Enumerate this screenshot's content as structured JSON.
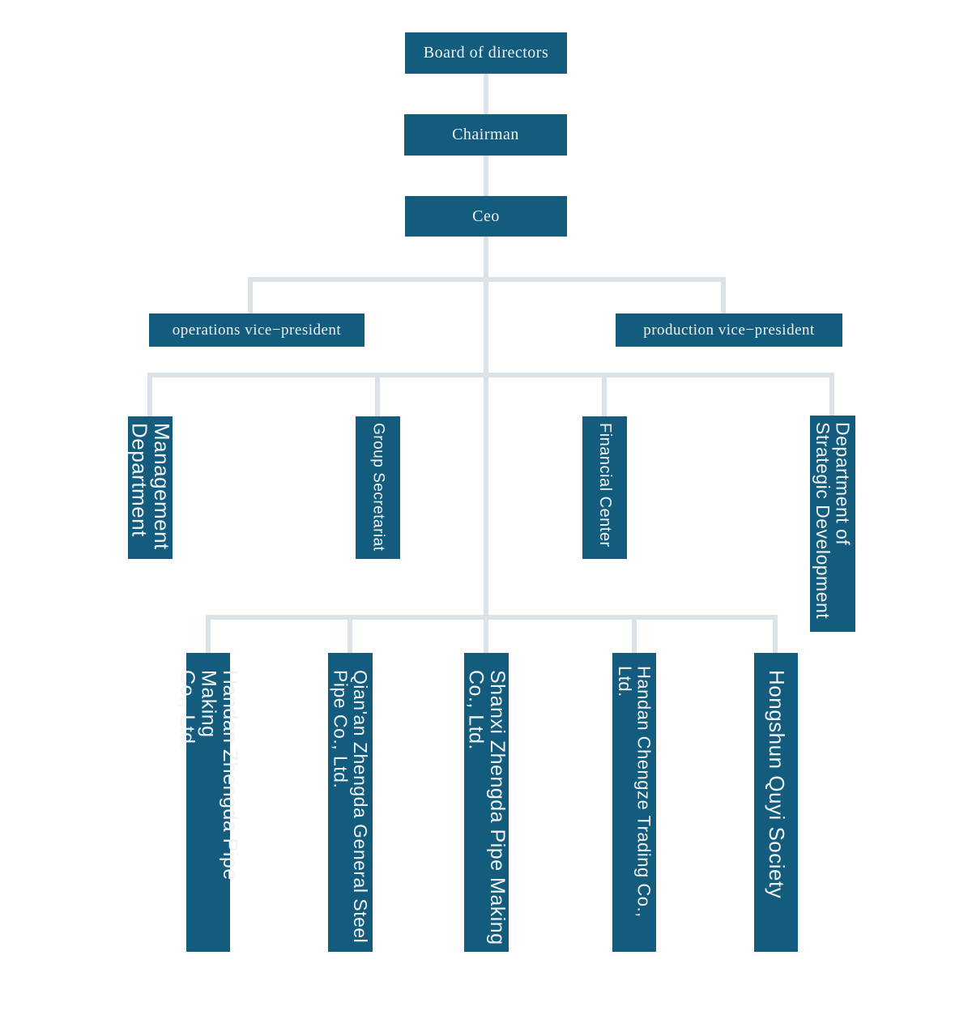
{
  "diagram": {
    "type": "organizational-chart",
    "colors": {
      "node_fill": "#135c7e",
      "node_text": "#f0f2f1",
      "connector": "#dbe3e8",
      "background": "#ffffff"
    },
    "nodes": {
      "board": {
        "label": "Board of directors"
      },
      "chairman": {
        "label": "Chairman"
      },
      "ceo": {
        "label": "Ceo"
      },
      "operations_vp": {
        "label": "operations vice−president"
      },
      "production_vp": {
        "label": "production vice−president"
      },
      "management": {
        "label": "Management Department",
        "lines": [
          "Management",
          "Department"
        ]
      },
      "secretariat": {
        "label": "Group Secretariat",
        "lines": [
          "Group Secretariat"
        ]
      },
      "financial": {
        "label": "Financial Center",
        "lines": [
          "Financial Center"
        ]
      },
      "strategic": {
        "label": "Department of Strategic Development",
        "lines": [
          "Department of",
          "Strategic Development"
        ]
      },
      "handan_pipe": {
        "label": "Handan Zhengda Pipe Making Co., Ltd.",
        "lines": [
          "Handan Zhengda Pipe Making",
          "Co., Ltd."
        ]
      },
      "qianan_steel": {
        "label": "Qian'an Zhengda General Steel Pipe Co., Ltd.",
        "lines": [
          "Qian'an Zhengda General Steel",
          "Pipe Co., Ltd."
        ]
      },
      "shanxi_pipe": {
        "label": "Shanxi Zhengda Pipe Making Co., Ltd.",
        "lines": [
          "Shanxi Zhengda Pipe Making",
          "Co., Ltd."
        ]
      },
      "handan_trading": {
        "label": "Handan Chengze Trading Co., Ltd.",
        "lines": [
          "Handan Chengze Trading Co., Ltd."
        ]
      },
      "hongshun": {
        "label": "Hongshun Quyi Society",
        "lines": [
          "Hongshun Quyi Society"
        ]
      }
    },
    "edges": [
      [
        "board",
        "chairman"
      ],
      [
        "chairman",
        "ceo"
      ],
      [
        "ceo",
        "operations_vp"
      ],
      [
        "ceo",
        "production_vp"
      ],
      [
        "ceo",
        "management"
      ],
      [
        "ceo",
        "secretariat"
      ],
      [
        "ceo",
        "financial"
      ],
      [
        "ceo",
        "strategic"
      ],
      [
        "ceo",
        "handan_pipe"
      ],
      [
        "ceo",
        "qianan_steel"
      ],
      [
        "ceo",
        "shanxi_pipe"
      ],
      [
        "ceo",
        "handan_trading"
      ],
      [
        "ceo",
        "hongshun"
      ]
    ]
  }
}
